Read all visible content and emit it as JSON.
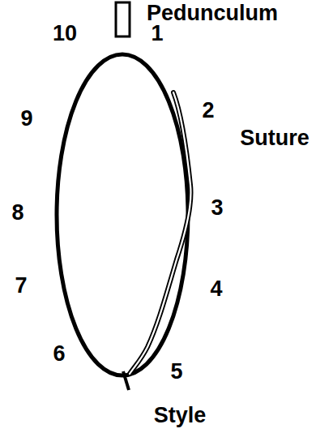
{
  "diagram": {
    "labels": [
      "Pedunculum",
      "10",
      "1",
      "9",
      "2",
      "Suture",
      "8",
      "3",
      "7",
      "4",
      "6",
      "5",
      "Style"
    ]
  }
}
